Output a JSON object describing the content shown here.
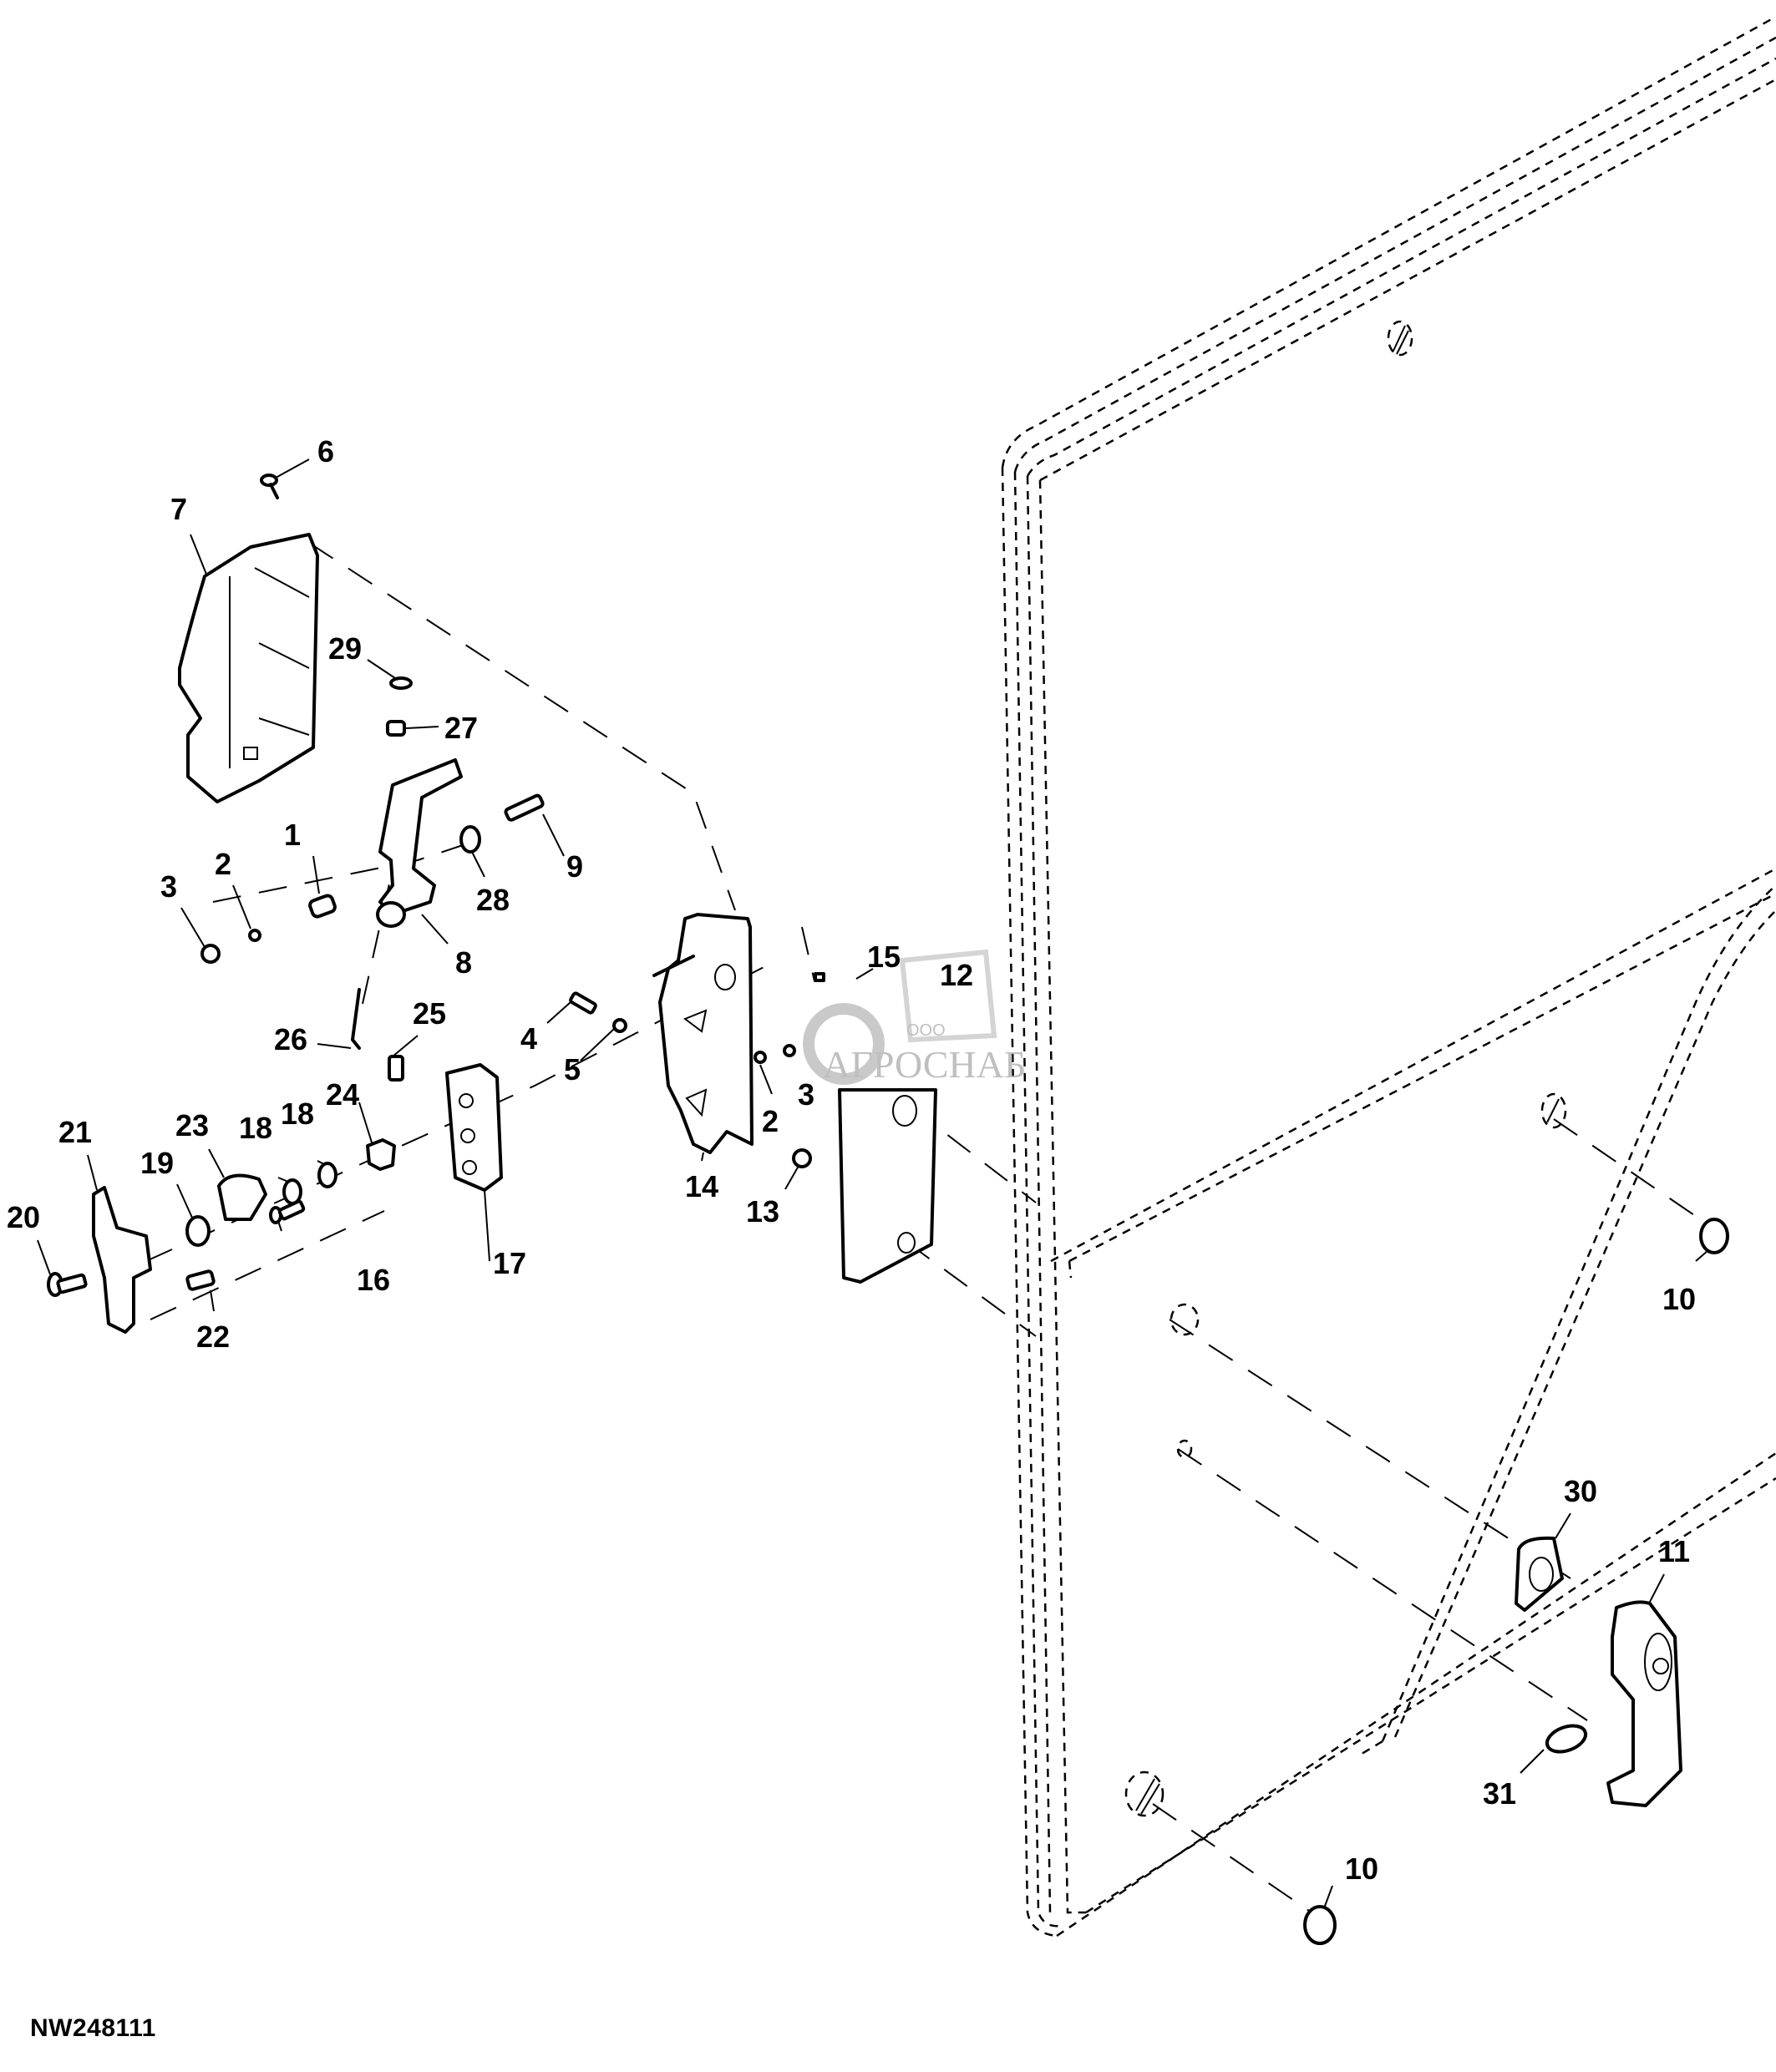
{
  "diagram": {
    "title": "Door latch assembly exploded view",
    "figure_id": "NW248111",
    "watermark": {
      "prefix": "ООО",
      "brand": "АГРОСНАБ"
    },
    "callouts": [
      {
        "id": "c1",
        "label": "1",
        "part": "bushing"
      },
      {
        "id": "c2a",
        "label": "2",
        "part": "lock-washer"
      },
      {
        "id": "c3a",
        "label": "3",
        "part": "nut"
      },
      {
        "id": "c4",
        "label": "4",
        "part": "bolt"
      },
      {
        "id": "c5",
        "label": "5",
        "part": "nut"
      },
      {
        "id": "c2b",
        "label": "2",
        "part": "lock-washer"
      },
      {
        "id": "c3b",
        "label": "3",
        "part": "nut"
      },
      {
        "id": "c6",
        "label": "6",
        "part": "screw"
      },
      {
        "id": "c7",
        "label": "7",
        "part": "handle-cover"
      },
      {
        "id": "c8",
        "label": "8",
        "part": "lever"
      },
      {
        "id": "c9",
        "label": "9",
        "part": "bolt"
      },
      {
        "id": "c10a",
        "label": "10",
        "part": "cap"
      },
      {
        "id": "c10b",
        "label": "10",
        "part": "cap"
      },
      {
        "id": "c11",
        "label": "11",
        "part": "inside-handle"
      },
      {
        "id": "c12",
        "label": "12",
        "part": "plate"
      },
      {
        "id": "c13",
        "label": "13",
        "part": "spacer"
      },
      {
        "id": "c14",
        "label": "14",
        "part": "latch-bracket"
      },
      {
        "id": "c15",
        "label": "15",
        "part": "pin"
      },
      {
        "id": "c16",
        "label": "16",
        "part": "screw"
      },
      {
        "id": "c17",
        "label": "17",
        "part": "latch"
      },
      {
        "id": "c18a",
        "label": "18",
        "part": "washer"
      },
      {
        "id": "c18b",
        "label": "18",
        "part": "washer"
      },
      {
        "id": "c19",
        "label": "19",
        "part": "washer"
      },
      {
        "id": "c20",
        "label": "20",
        "part": "screw"
      },
      {
        "id": "c21",
        "label": "21",
        "part": "striker-bracket"
      },
      {
        "id": "c22",
        "label": "22",
        "part": "cap-screw"
      },
      {
        "id": "c23",
        "label": "23",
        "part": "cam"
      },
      {
        "id": "c24",
        "label": "24",
        "part": "shoulder-nut"
      },
      {
        "id": "c25",
        "label": "25",
        "part": "clip"
      },
      {
        "id": "c26",
        "label": "26",
        "part": "rod"
      },
      {
        "id": "c27",
        "label": "27",
        "part": "nut"
      },
      {
        "id": "c28",
        "label": "28",
        "part": "washer"
      },
      {
        "id": "c29",
        "label": "29",
        "part": "washer"
      },
      {
        "id": "c30",
        "label": "30",
        "part": "escutcheon"
      },
      {
        "id": "c31",
        "label": "31",
        "part": "grommet"
      }
    ]
  }
}
